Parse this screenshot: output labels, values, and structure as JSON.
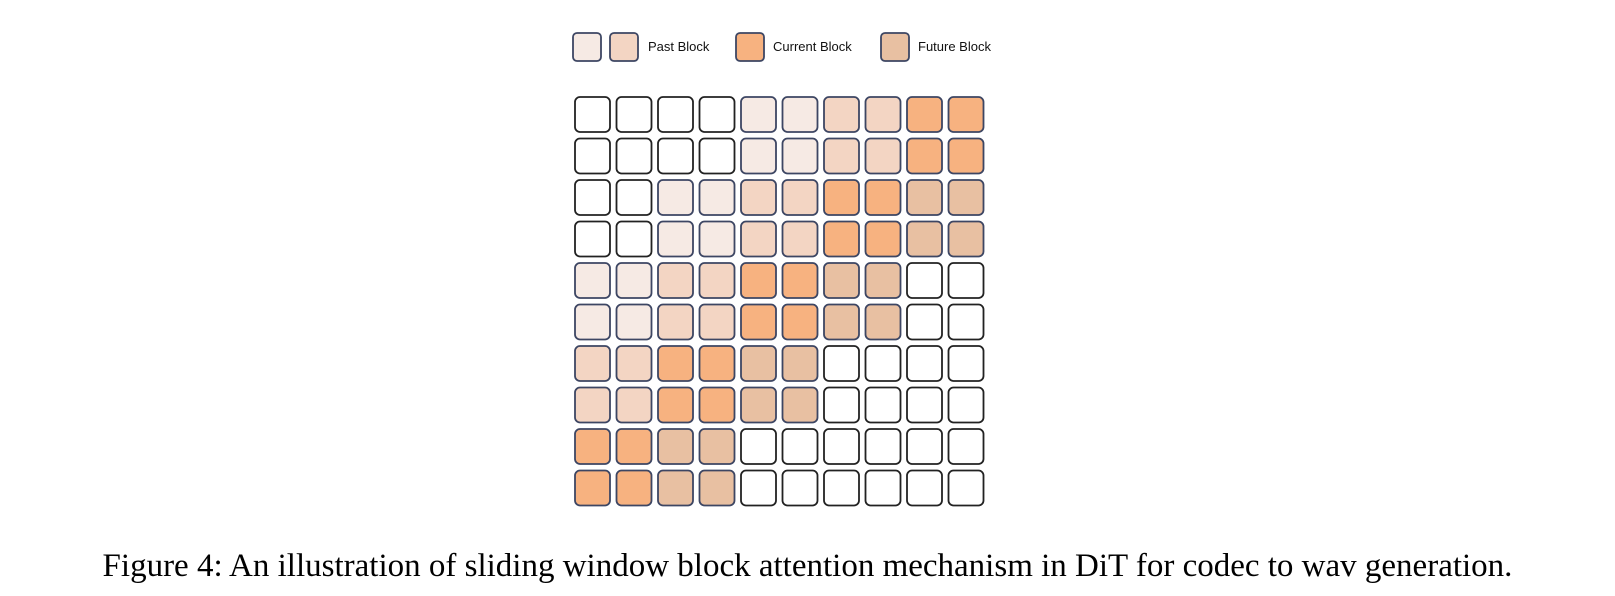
{
  "legend": {
    "past_label": "Past Block",
    "current_label": "Current Block",
    "future_label": "Future Block"
  },
  "colors": {
    "empty": "#ffffff",
    "past_far": "#f6eae4",
    "past_near": "#f3d5c3",
    "current": "#f7b280",
    "future": "#e8c0a2",
    "border": "#3d4663"
  },
  "grid": {
    "rows": 10,
    "cols": 10,
    "legend_key": {
      "0": "empty",
      "1": "past_far",
      "2": "past_near",
      "3": "current",
      "4": "future"
    },
    "cells": [
      [
        0,
        0,
        0,
        0,
        1,
        1,
        2,
        2,
        3,
        3
      ],
      [
        0,
        0,
        0,
        0,
        1,
        1,
        2,
        2,
        3,
        3
      ],
      [
        0,
        0,
        1,
        1,
        2,
        2,
        3,
        3,
        4,
        4
      ],
      [
        0,
        0,
        1,
        1,
        2,
        2,
        3,
        3,
        4,
        4
      ],
      [
        1,
        1,
        2,
        2,
        3,
        3,
        4,
        4,
        0,
        0
      ],
      [
        1,
        1,
        2,
        2,
        3,
        3,
        4,
        4,
        0,
        0
      ],
      [
        2,
        2,
        3,
        3,
        4,
        4,
        0,
        0,
        0,
        0
      ],
      [
        2,
        2,
        3,
        3,
        4,
        4,
        0,
        0,
        0,
        0
      ],
      [
        3,
        3,
        4,
        4,
        0,
        0,
        0,
        0,
        0,
        0
      ],
      [
        3,
        3,
        4,
        4,
        0,
        0,
        0,
        0,
        0,
        0
      ]
    ]
  },
  "caption": "Figure 4: An illustration of sliding window block attention mechanism in DiT for codec to wav generation."
}
